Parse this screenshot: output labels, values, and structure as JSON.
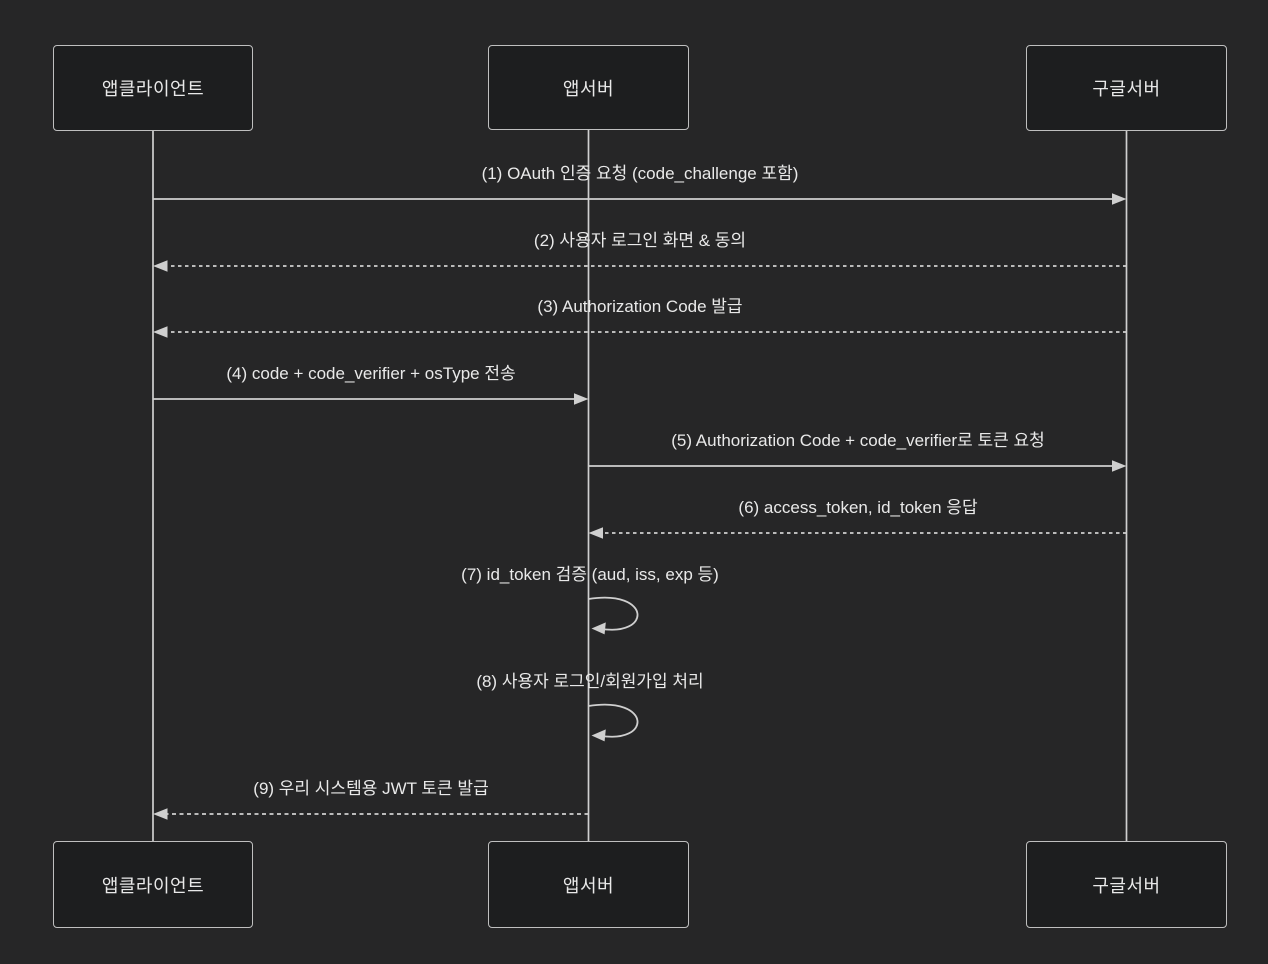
{
  "diagram": {
    "type": "sequence-diagram",
    "topic": "OAuth PKCE 로그인 흐름",
    "colors": {
      "background": "#262627",
      "actor_fill": "#1d1e1f",
      "actor_border": "#bfbfbf",
      "line": "#cfcfcf",
      "text": "#e9e9e9"
    },
    "actors": [
      {
        "name": "앱클라이언트"
      },
      {
        "name": "앱서버"
      },
      {
        "name": "구글서버"
      }
    ],
    "messages": [
      {
        "label": "(1) OAuth 인증 요청 (code_challenge 포함)",
        "from": "앱클라이언트",
        "to": "구글서버",
        "line": "solid"
      },
      {
        "label": "(2) 사용자 로그인 화면 & 동의",
        "from": "구글서버",
        "to": "앱클라이언트",
        "line": "dashed"
      },
      {
        "label": "(3) Authorization Code 발급",
        "from": "구글서버",
        "to": "앱클라이언트",
        "line": "dashed"
      },
      {
        "label": "(4) code + code_verifier + osType 전송",
        "from": "앱클라이언트",
        "to": "앱서버",
        "line": "solid"
      },
      {
        "label": "(5) Authorization Code + code_verifier로 토큰 요청",
        "from": "앱서버",
        "to": "구글서버",
        "line": "solid"
      },
      {
        "label": "(6) access_token, id_token 응답",
        "from": "구글서버",
        "to": "앱서버",
        "line": "dashed"
      },
      {
        "label": "(7) id_token 검증 (aud, iss, exp 등)",
        "from": "앱서버",
        "to": "앱서버",
        "line": "self"
      },
      {
        "label": "(8) 사용자 로그인/회원가입 처리",
        "from": "앱서버",
        "to": "앱서버",
        "line": "self"
      },
      {
        "label": "(9) 우리 시스템용 JWT 토큰 발급",
        "from": "앱서버",
        "to": "앱클라이언트",
        "line": "dashed"
      }
    ]
  }
}
